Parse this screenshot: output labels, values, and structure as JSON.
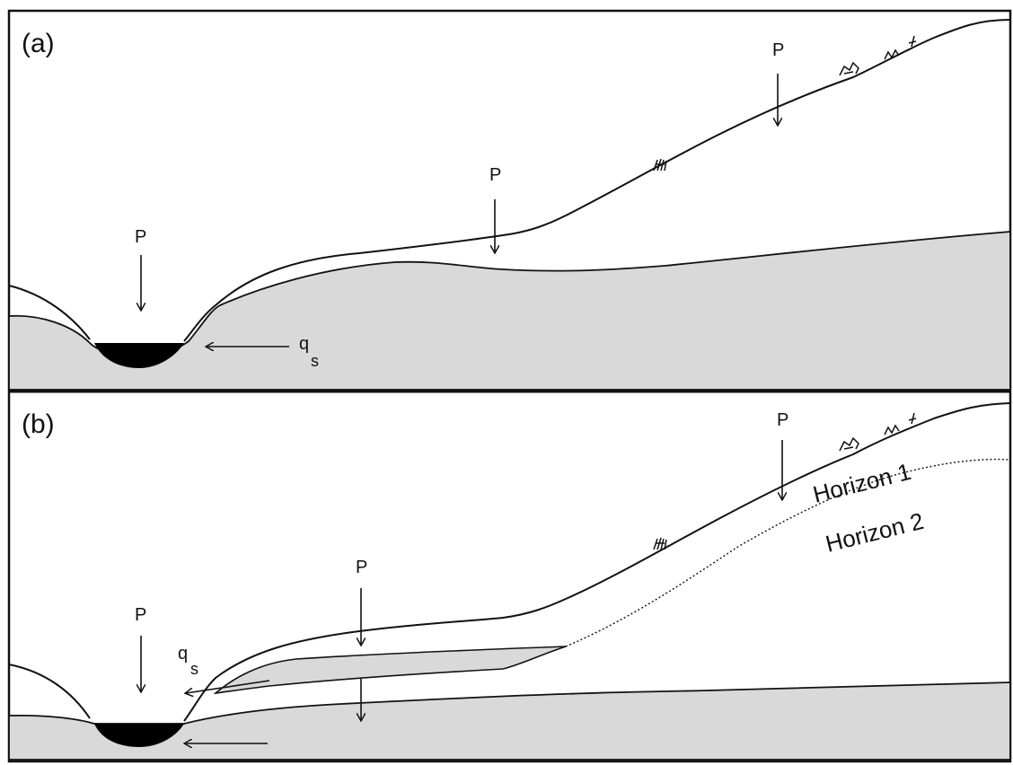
{
  "panel_a": {
    "label": "(a)",
    "precip_labels": [
      "P",
      "P",
      "P"
    ],
    "flow_label": {
      "main": "q",
      "sub": "s"
    }
  },
  "panel_b": {
    "label": "(b)",
    "precip_labels": [
      "P",
      "P",
      "P"
    ],
    "flow_label": {
      "main": "q",
      "sub": "s"
    },
    "horizon_1": "Horizon 1",
    "horizon_2": "Horizon 2"
  },
  "colors": {
    "bedrock": "#d9d9d9",
    "channel_water": "#000000",
    "line": "#111111"
  }
}
